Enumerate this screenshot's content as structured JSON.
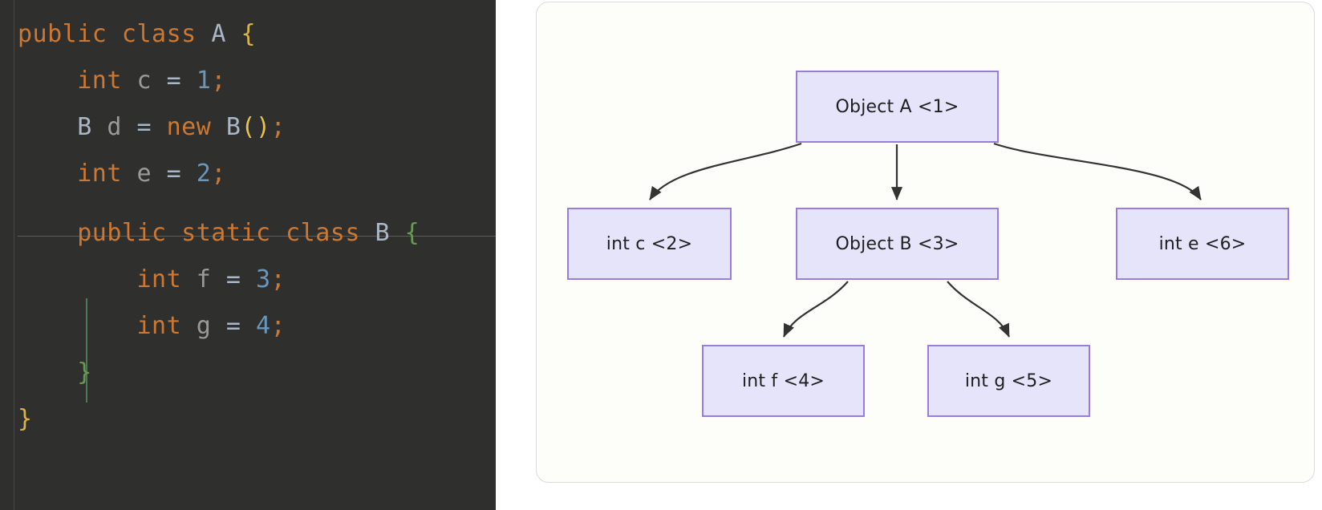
{
  "code_panel": {
    "language": "java",
    "lines": [
      {
        "id": "line-1",
        "tokens": [
          {
            "text": "public class ",
            "kind": "keyword"
          },
          {
            "text": "A ",
            "kind": "type"
          },
          {
            "text": "{",
            "kind": "brace-yellow"
          }
        ]
      },
      {
        "id": "line-2",
        "tokens": [
          {
            "text": "    int ",
            "kind": "keyword"
          },
          {
            "text": "c ",
            "kind": "variable"
          },
          {
            "text": "= ",
            "kind": "operator"
          },
          {
            "text": "1",
            "kind": "number"
          },
          {
            "text": ";",
            "kind": "punctuation"
          }
        ]
      },
      {
        "id": "line-3",
        "tokens": [
          {
            "text": "    B ",
            "kind": "type"
          },
          {
            "text": "d ",
            "kind": "variable"
          },
          {
            "text": "= ",
            "kind": "operator"
          },
          {
            "text": "new ",
            "kind": "keyword"
          },
          {
            "text": "B",
            "kind": "type"
          },
          {
            "text": "()",
            "kind": "paren-yellow"
          },
          {
            "text": ";",
            "kind": "punctuation"
          }
        ]
      },
      {
        "id": "line-4",
        "tokens": [
          {
            "text": "    int ",
            "kind": "keyword"
          },
          {
            "text": "e ",
            "kind": "variable"
          },
          {
            "text": "= ",
            "kind": "operator"
          },
          {
            "text": "2",
            "kind": "number"
          },
          {
            "text": ";",
            "kind": "punctuation"
          }
        ]
      },
      {
        "id": "line-5",
        "tokens": [
          {
            "text": "    public static class ",
            "kind": "keyword"
          },
          {
            "text": "B ",
            "kind": "type"
          },
          {
            "text": "{",
            "kind": "brace-green"
          }
        ]
      },
      {
        "id": "line-6",
        "tokens": [
          {
            "text": "        int ",
            "kind": "keyword"
          },
          {
            "text": "f ",
            "kind": "variable"
          },
          {
            "text": "= ",
            "kind": "operator"
          },
          {
            "text": "3",
            "kind": "number"
          },
          {
            "text": ";",
            "kind": "punctuation"
          }
        ]
      },
      {
        "id": "line-7",
        "tokens": [
          {
            "text": "        int ",
            "kind": "keyword"
          },
          {
            "text": "g ",
            "kind": "variable"
          },
          {
            "text": "= ",
            "kind": "operator"
          },
          {
            "text": "4",
            "kind": "number"
          },
          {
            "text": ";",
            "kind": "punctuation"
          }
        ]
      },
      {
        "id": "line-8",
        "tokens": [
          {
            "text": "    }",
            "kind": "brace-green"
          }
        ]
      },
      {
        "id": "line-9",
        "tokens": [
          {
            "text": "}",
            "kind": "brace-yellow"
          }
        ]
      }
    ],
    "colors": {
      "background": "#2f2f2e",
      "keyword": "#cc7832",
      "type": "#a9b7c6",
      "variable": "#9a9a99",
      "number": "#6897bb",
      "brace_yellow": "#d9b44a",
      "brace_green": "#6a9955",
      "separator": "#5c5c5b",
      "indent_guide": "#4f7a56"
    }
  },
  "diagram": {
    "title": "",
    "colors": {
      "card_background": "#fdfdfa",
      "card_border": "#dcdcdc",
      "node_fill": "#e6e4fb",
      "node_border": "#9a7ce0",
      "node_text": "#1f1f1f",
      "edge_stroke": "#333333"
    },
    "nodes": [
      {
        "id": "node-a",
        "label": "Object A <1>"
      },
      {
        "id": "node-c",
        "label": "int c <2>"
      },
      {
        "id": "node-b",
        "label": "Object B <3>"
      },
      {
        "id": "node-e",
        "label": "int e <6>"
      },
      {
        "id": "node-f",
        "label": "int f <4>"
      },
      {
        "id": "node-g",
        "label": "int g <5>"
      }
    ],
    "edges": [
      {
        "from": "node-a",
        "to": "node-c",
        "arrow": "end"
      },
      {
        "from": "node-a",
        "to": "node-b",
        "arrow": "end"
      },
      {
        "from": "node-a",
        "to": "node-e",
        "arrow": "end"
      },
      {
        "from": "node-b",
        "to": "node-f",
        "arrow": "end"
      },
      {
        "from": "node-b",
        "to": "node-g",
        "arrow": "end"
      }
    ]
  }
}
